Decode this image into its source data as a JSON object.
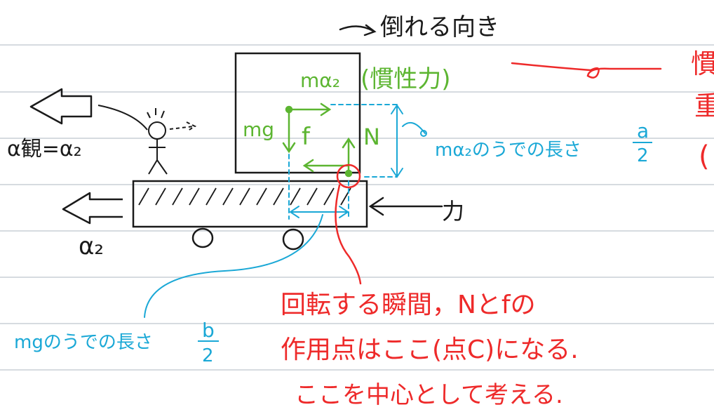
{
  "colors": {
    "ruled_line": "#c9cfd6",
    "ink": "#1a1a1a",
    "green": "#5cb531",
    "red": "#ee2a2a",
    "cyan": "#1aa8d6"
  },
  "labels": {
    "tipping_direction": "倒れる向き",
    "inertial_force_term": "mα₂",
    "inertial_force_note": "(慣性力)",
    "weight": "mg",
    "friction": "f",
    "normal": "N",
    "force": "力",
    "observer_accel": "α観=α₂",
    "cart_accel": "α₂",
    "arm_ma2": "mα₂のうでの長さ",
    "arm_ma2_frac_num": "a",
    "arm_ma2_frac_den": "2",
    "arm_mg": "mgのうでの長さ",
    "arm_mg_frac_num": "b",
    "arm_mg_frac_den": "2",
    "note_line1": "回転する瞬間，Nとfの",
    "note_line2": "作用点はここ(点C)になる.",
    "note_line3": "ここを中心として考える.",
    "cut_margin_top": "慣",
    "cut_margin_mid": "重",
    "cut_margin_bot": "("
  }
}
